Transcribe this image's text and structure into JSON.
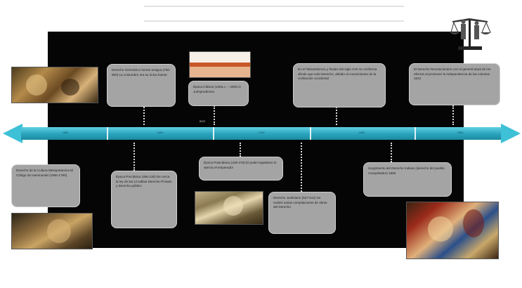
{
  "timeline": {
    "segments": [
      "1500",
      "1600",
      "1700",
      "1800",
      "1900"
    ],
    "stray_label": "BCE"
  },
  "events_top": [
    {
      "id": "derecho-germanico",
      "text": "Derecho Germánico fuente antigua (750-900) La costumbre era su única fuente"
    },
    {
      "id": "epoca-clasica",
      "text": "Época Clásica (130a.c. – 230d.c) Jurisprudencia"
    },
    {
      "id": "siglo-xvii",
      "text": "En el Talnamilencio y finales del siglo XVII se conforma dónde que todo Derecho, debido al conocimiento de la civilización occidental"
    },
    {
      "id": "derecho-revolucionario",
      "text": "El Derecho Revolucionario con el general atual de los efectos al promover la independencia de las colonias 1812"
    }
  ],
  "events_bottom": [
    {
      "id": "cultura-mesopotamica",
      "text": "Derecho de la Cultura Mesopotamica El Código de Hammurabi (1650-1750)"
    },
    {
      "id": "epoca-preclasica",
      "text": "Época Preclásica (450-130) De cerca la ley de las 12 tablas Derecho Privado y Derecho público"
    },
    {
      "id": "postclasica",
      "text": "Época Postclásica (230-476) El poder legislativo lo ejercía el emperador"
    },
    {
      "id": "justiniano",
      "text": "Derecho Justiniano (527-612) Se realizó varias compilaciones de obras del Derecho"
    },
    {
      "id": "derecho-indiano",
      "text": "Surgimiento del Derecho Indiano (derecho del pueblo conquistador) 1550"
    }
  ]
}
